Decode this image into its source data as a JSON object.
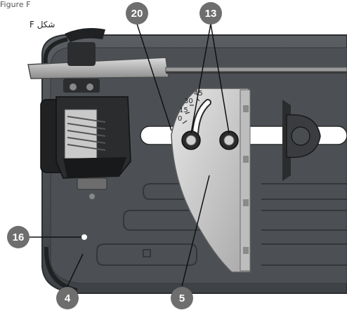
{
  "figure": {
    "caption": "Figure F",
    "caption_ar": "شكل F"
  },
  "callouts": {
    "c20": "20",
    "c13": "13",
    "c16": "16",
    "c4": "4",
    "c5": "5"
  },
  "scale": {
    "zero": "0",
    "fifteen": "15",
    "thirty": "30",
    "fortyfive": "45"
  }
}
